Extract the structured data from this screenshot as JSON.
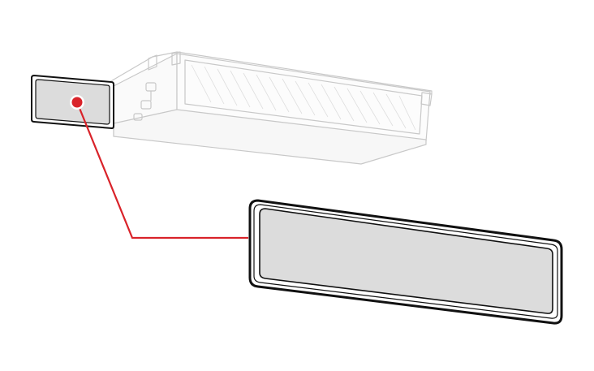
{
  "diagram": {
    "unit": "ducted-indoor-unit",
    "filter_panel": "filter-panel",
    "callout": "filter-callout-panel"
  },
  "colors": {
    "unit_stroke": "#c8c8c8",
    "panel_fill": "#dcdcdc",
    "panel_border": "#111111",
    "leader_line": "#d9232a",
    "marker": "#d9232a"
  }
}
